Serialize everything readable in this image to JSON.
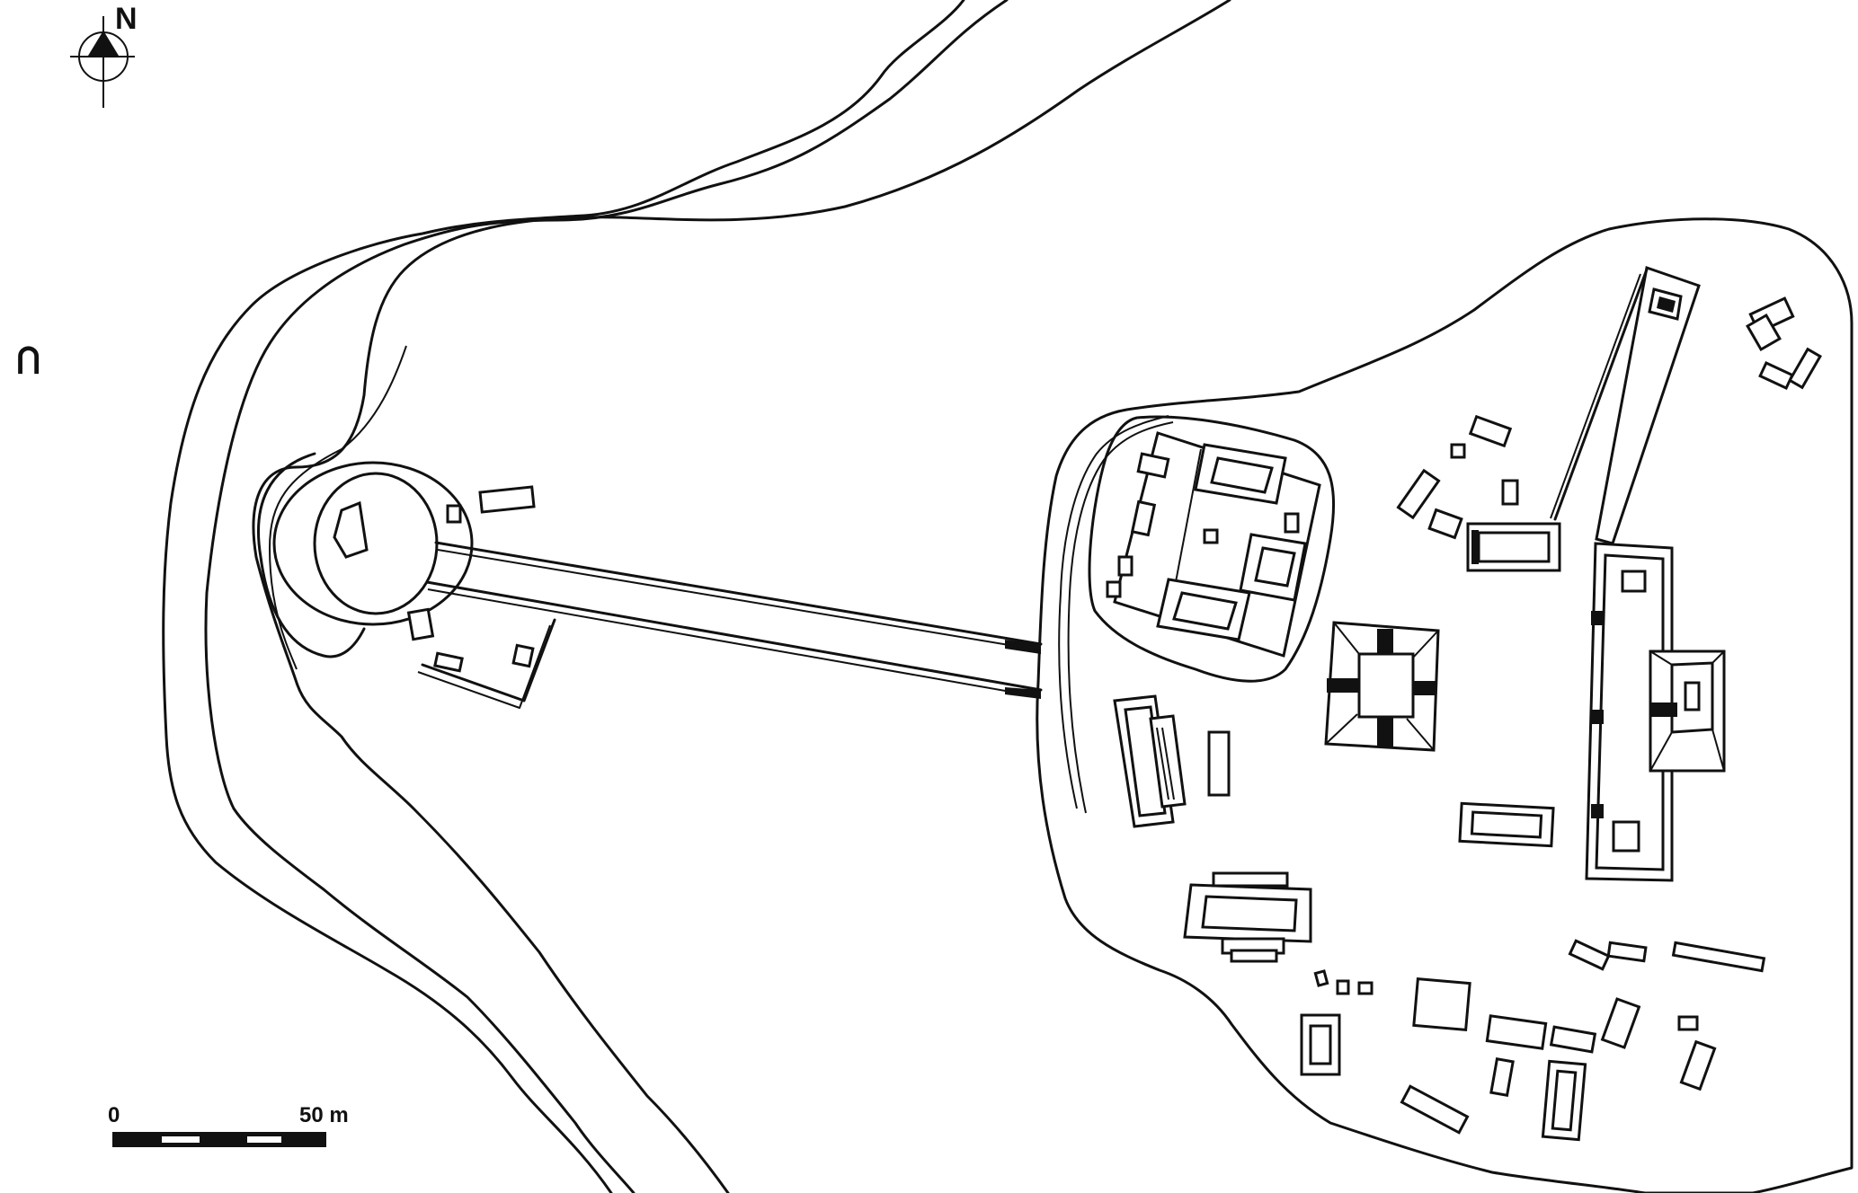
{
  "map": {
    "north_label": "N",
    "scale": {
      "start_label": "0",
      "end_label": "50 m"
    },
    "side_symbol": "⊃",
    "colors": {
      "ink": "#111111",
      "paper": "#ffffff"
    }
  }
}
